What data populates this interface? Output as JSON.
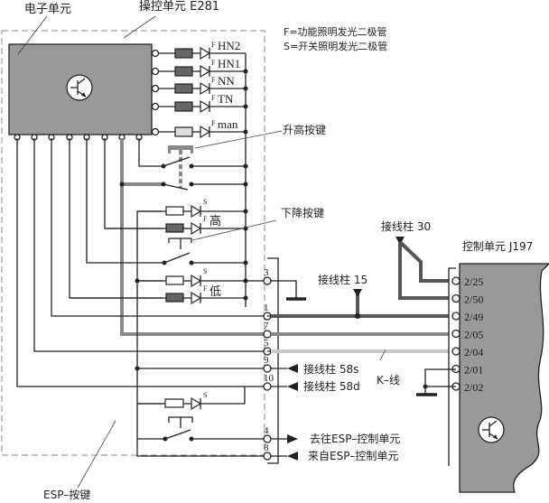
{
  "labels": {
    "electronic_unit": "电子单元",
    "control_panel": "操控单元  E281",
    "legend_f": "F=功能照明发光二极管",
    "legend_s": "S=开关照明发光二极管",
    "raise_button": "升高按键",
    "lower_button": "下降按键",
    "esp_button": "ESP–按键",
    "terminal_30": "接线柱    30",
    "terminal_15": "接线柱  15",
    "terminal_58s": "接线柱   58s",
    "terminal_58d": "接线柱   58d",
    "k_line": "K–线",
    "to_esp": "去往ESP–控制单元",
    "from_esp": "来自ESP–控制单元",
    "control_unit": "控制单元     J197"
  },
  "leds": [
    {
      "label": "HN2",
      "type": "F"
    },
    {
      "label": "HN1",
      "type": "F"
    },
    {
      "label": "NN",
      "type": "F"
    },
    {
      "label": "TN",
      "type": "F"
    },
    {
      "label": "man",
      "type": "F"
    }
  ],
  "level_leds": {
    "high_label": "高",
    "low_label": "低",
    "s": "S",
    "f": "F"
  },
  "connector_pins": [
    "3",
    "1",
    "7",
    "5",
    "9",
    "10",
    "4",
    "8"
  ],
  "j197_pins": [
    "2/25",
    "2/50",
    "2/49",
    "2/05",
    "2/04",
    "2/01",
    "2/02"
  ],
  "colors": {
    "unit_fill": "#999999",
    "resistor_dark": "#666666",
    "resistor_light": "#dddddd",
    "wire_thick": "#555555",
    "wire_gray": "#888888",
    "wire_kline": "#c8c8c8"
  }
}
